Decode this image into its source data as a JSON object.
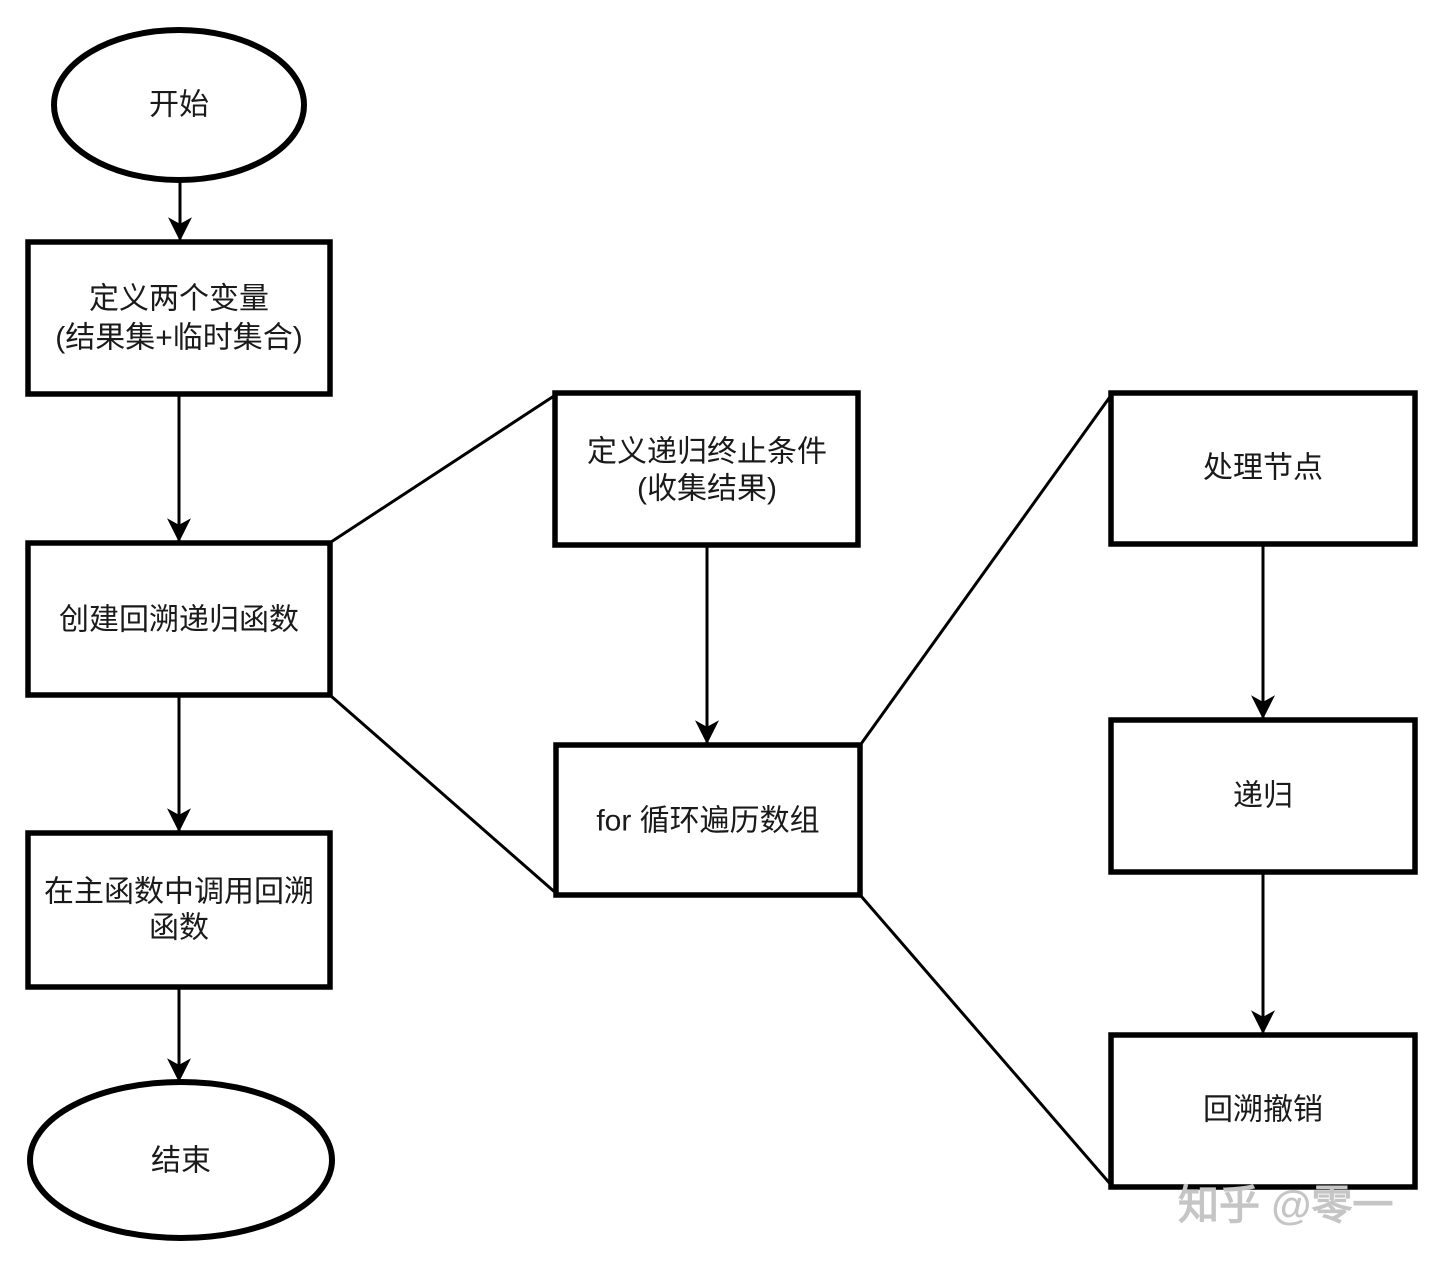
{
  "diagram": {
    "description": "Flowchart of backtracking algorithm implementation steps",
    "colors": {
      "stroke": "#000000",
      "background": "#ffffff",
      "text": "#1a1a1a",
      "watermark": "#c5c5c5"
    },
    "nodes": {
      "start": {
        "shape": "terminator-ellipse",
        "label": "开始"
      },
      "define_vars": {
        "shape": "process-rect",
        "line1": "定义两个变量",
        "line2": "(结果集+临时集合)"
      },
      "create_backtrack_fn": {
        "shape": "process-rect",
        "label": "创建回溯递归函数"
      },
      "call_in_main": {
        "shape": "process-rect",
        "line1": "在主函数中调用回溯",
        "line2": "函数"
      },
      "end": {
        "shape": "terminator-ellipse",
        "label": "结束"
      },
      "termination_condition": {
        "shape": "process-rect",
        "line1": "定义递归终止条件",
        "line2": "(收集结果)"
      },
      "for_loop": {
        "shape": "process-rect",
        "label": "for 循环遍历数组"
      },
      "process_node": {
        "shape": "process-rect",
        "label": "处理节点"
      },
      "recursion": {
        "shape": "process-rect",
        "label": "递归"
      },
      "backtrack_undo": {
        "shape": "process-rect",
        "label": "回溯撤销"
      }
    },
    "edges": [
      {
        "from": "start",
        "to": "define_vars",
        "style": "arrow-down"
      },
      {
        "from": "define_vars",
        "to": "create_backtrack_fn",
        "style": "arrow-down"
      },
      {
        "from": "create_backtrack_fn",
        "to": "call_in_main",
        "style": "arrow-down"
      },
      {
        "from": "call_in_main",
        "to": "end",
        "style": "arrow-down"
      },
      {
        "from": "create_backtrack_fn",
        "to": "termination_condition",
        "style": "plain-diagonal"
      },
      {
        "from": "create_backtrack_fn",
        "to": "for_loop",
        "style": "plain-diagonal"
      },
      {
        "from": "termination_condition",
        "to": "for_loop",
        "style": "arrow-down"
      },
      {
        "from": "for_loop",
        "to": "process_node",
        "style": "plain-diagonal"
      },
      {
        "from": "process_node",
        "to": "recursion",
        "style": "arrow-down"
      },
      {
        "from": "recursion",
        "to": "backtrack_undo",
        "style": "arrow-down"
      },
      {
        "from": "backtrack_undo",
        "to": "for_loop",
        "style": "plain-diagonal"
      }
    ],
    "watermark": {
      "text": "知乎 @零一"
    }
  }
}
